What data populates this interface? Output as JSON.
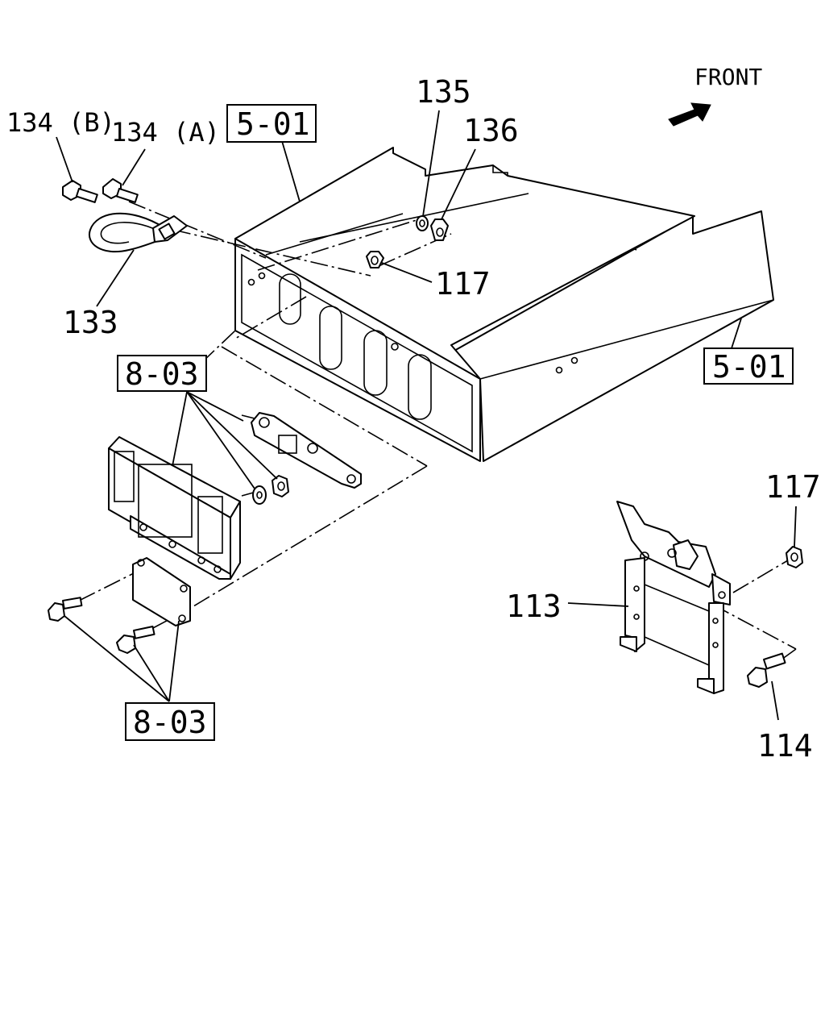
{
  "front_label": "FRONT",
  "callouts": {
    "bolt_134b": "134 (B)",
    "bolt_134a": "134 (A)",
    "washer_135": "135",
    "nut_136": "136",
    "nut_117_upper": "117",
    "hook_133": "133",
    "bracket_113": "113",
    "nut_117_lower": "117",
    "bolt_114": "114"
  },
  "references": {
    "frame_ref_top": "5-01",
    "frame_ref_right": "5-01",
    "lamp_ref_top": "8-03",
    "lamp_ref_bottom": "8-03"
  }
}
